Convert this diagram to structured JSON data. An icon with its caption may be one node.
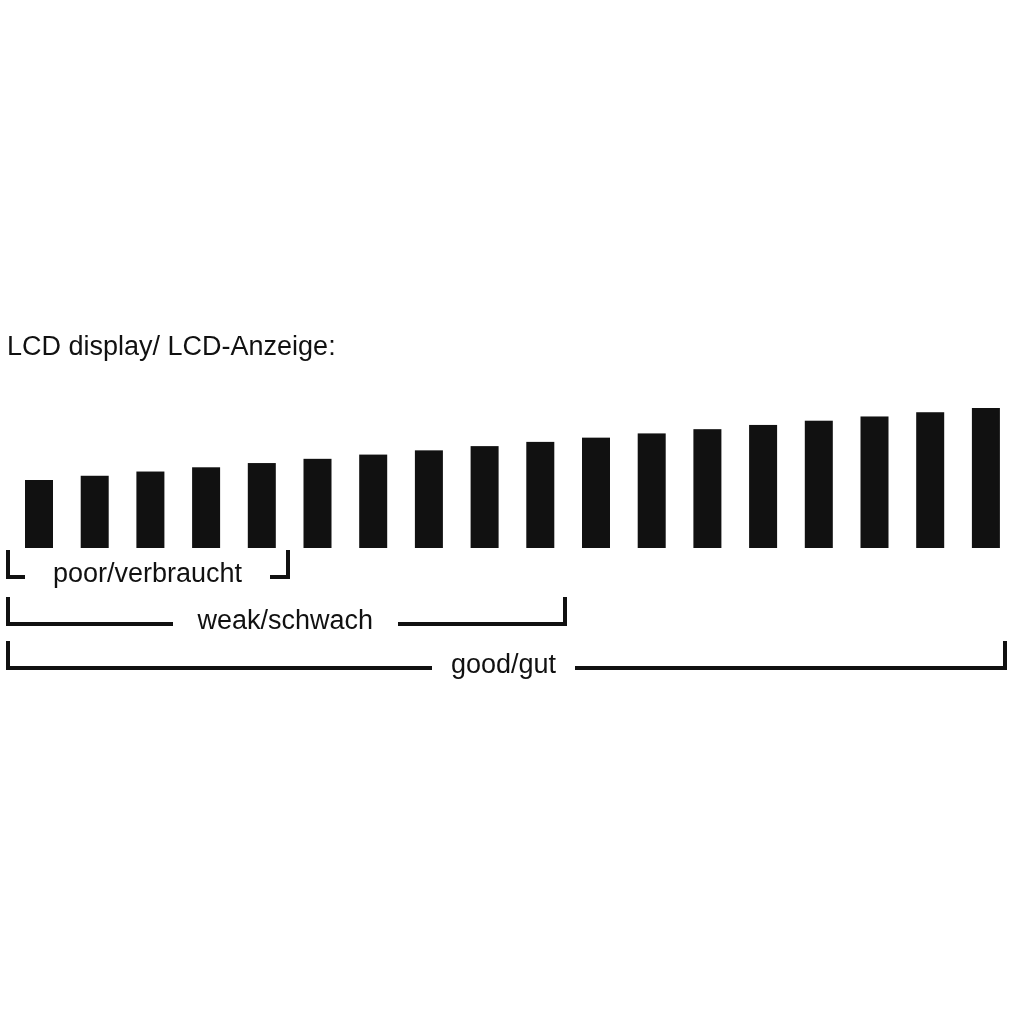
{
  "diagram": {
    "title": "LCD display/ LCD-Anzeige:",
    "labels": [
      "poor/verbraucht",
      "weak/schwach",
      "good/gut"
    ]
  }
}
